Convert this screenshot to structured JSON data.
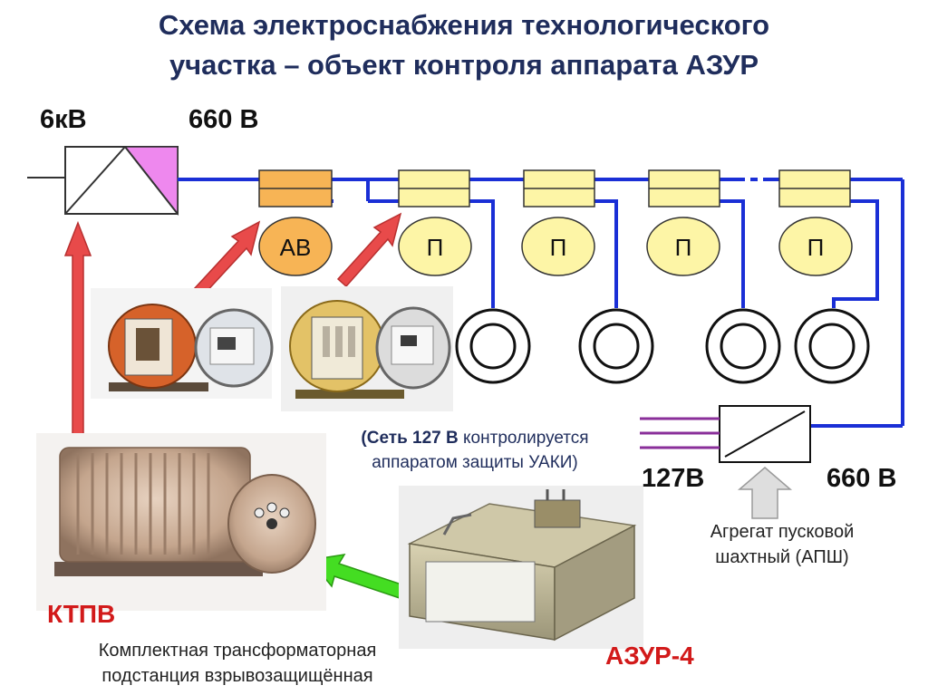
{
  "title": {
    "line1": "Схема электроснабжения технологического",
    "line2": "участка – объект контроля аппарата АЗУР"
  },
  "voltages": {
    "input": "6кВ",
    "bus": "660 В",
    "out_low": "127В",
    "out_high": "660 В"
  },
  "nodes": {
    "av": "АВ",
    "p": [
      "П",
      "П",
      "П",
      "П"
    ]
  },
  "note": {
    "bold": "(Сеть 127 В",
    "line1_rest": " контролируется",
    "line2": "аппаратом защиты УАКИ)"
  },
  "apsh": {
    "line1": "Агрегат пусковой",
    "line2": "шахтный (АПШ)"
  },
  "ktpv": {
    "label": "КТПВ",
    "desc_line1": "Комплектная трансформаторная",
    "desc_line2": "подстанция взрывозащищённая"
  },
  "azur": {
    "label": "АЗУР-4"
  },
  "colors": {
    "title": "#1f2d5c",
    "bus_line": "#1a2fd6",
    "node_fill": "#fdf5a6",
    "av_fill": "#f7b455",
    "arrow_red": "#e84a4a",
    "arrow_green": "#44dd22",
    "transformer_accent": "#ee88ee",
    "wire_purple": "#8a2f9a",
    "label_red": "#d21a1a"
  }
}
